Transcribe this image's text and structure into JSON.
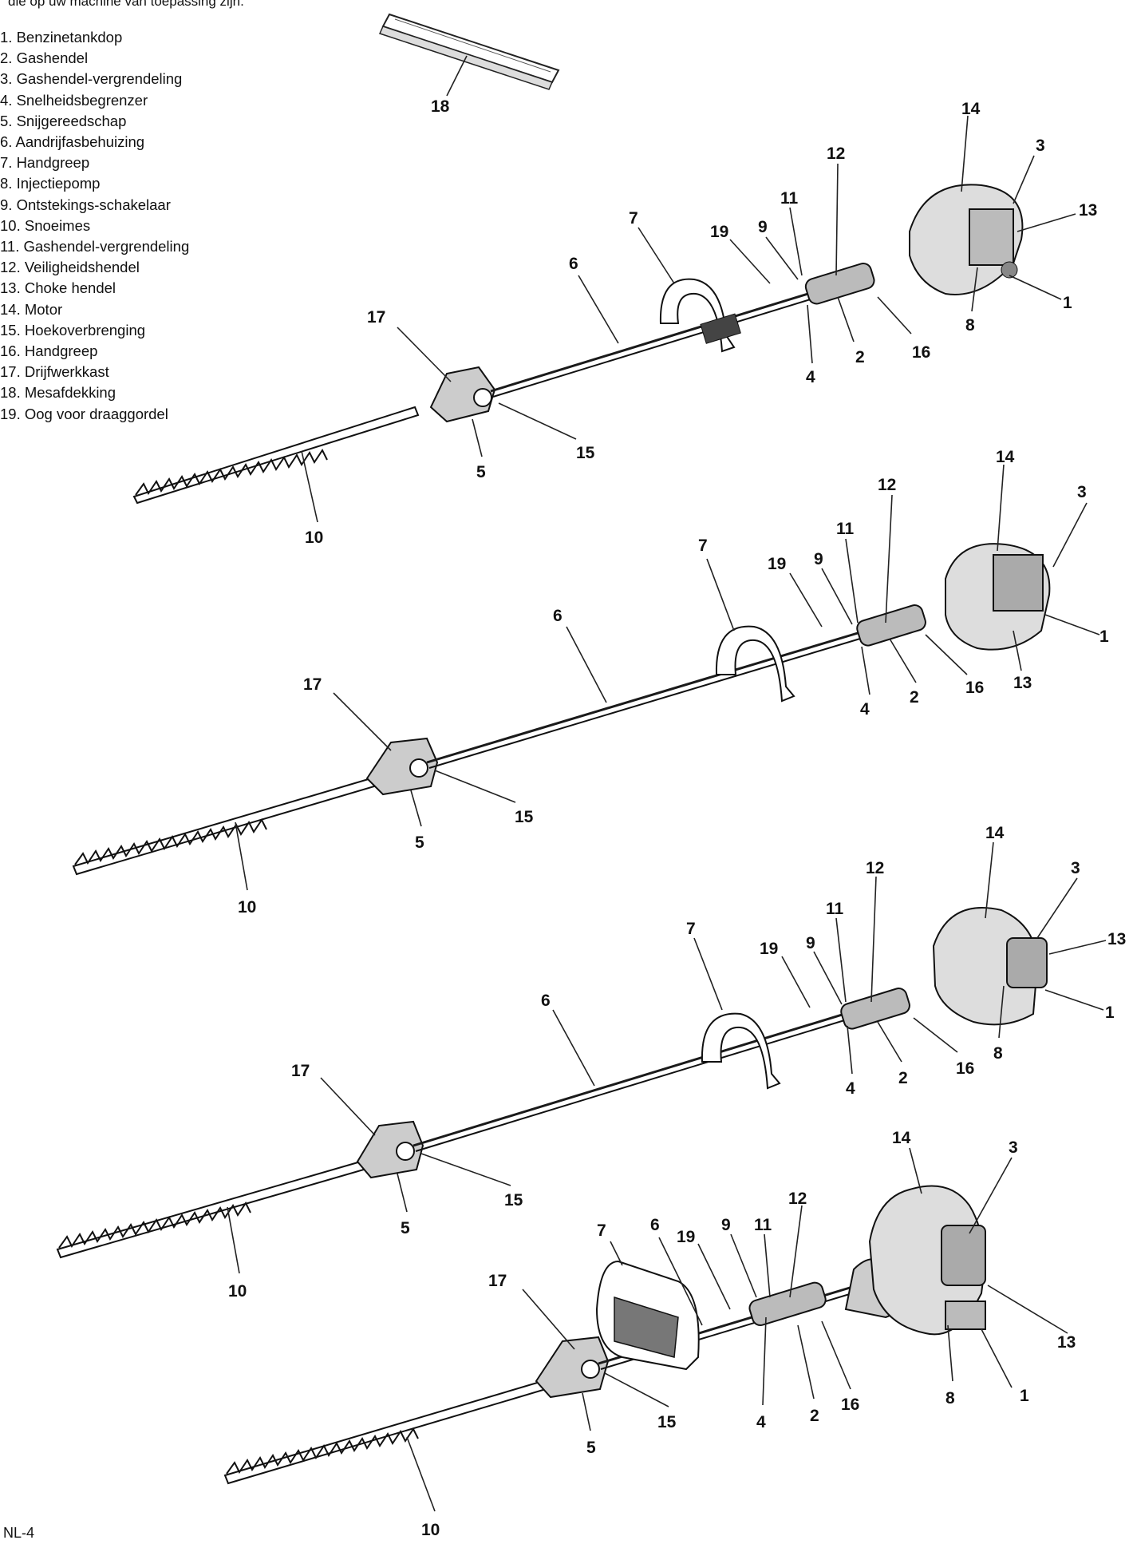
{
  "header": {
    "intro_line": "die op uw machine van toepassing zijn."
  },
  "parts": [
    "1. Benzinetankdop",
    "2. Gashendel",
    "3. Gashendel-vergrendeling",
    "4. Snelheidsbegrenzer",
    "5. Snijgereedschap",
    "6. Aandrijfasbehuizing",
    "7. Handgreep",
    "8. Injectiepomp",
    "9. Ontstekings-schakelaar",
    "10. Snoeimes",
    "11. Gashendel-vergrendeling",
    "12. Veiligheidshendel",
    "13. Choke hendel",
    "14. Motor",
    "15. Hoekoverbrenging",
    "16. Handgreep",
    "17. Drijfwerkkast",
    "18. Mesafdekking",
    "19. Oog voor draaggordel"
  ],
  "blade_cover_label": "18",
  "machines": [
    {
      "labels": [
        "14",
        "12",
        "3",
        "11",
        "13",
        "7",
        "19",
        "9",
        "6",
        "1",
        "8",
        "17",
        "2",
        "16",
        "4",
        "15",
        "5",
        "10"
      ]
    },
    {
      "labels": [
        "14",
        "12",
        "3",
        "11",
        "7",
        "19",
        "9",
        "6",
        "1",
        "17",
        "2",
        "16",
        "13",
        "4",
        "15",
        "5",
        "10"
      ]
    },
    {
      "labels": [
        "14",
        "12",
        "3",
        "11",
        "7",
        "19",
        "9",
        "13",
        "6",
        "1",
        "8",
        "17",
        "4",
        "2",
        "16",
        "15",
        "5",
        "10"
      ]
    },
    {
      "labels": [
        "14",
        "3",
        "12",
        "7",
        "6",
        "19",
        "9",
        "11",
        "17",
        "13",
        "1",
        "8",
        "16",
        "2",
        "4",
        "15",
        "5",
        "10"
      ]
    }
  ],
  "footer": {
    "page": "NL-4"
  }
}
